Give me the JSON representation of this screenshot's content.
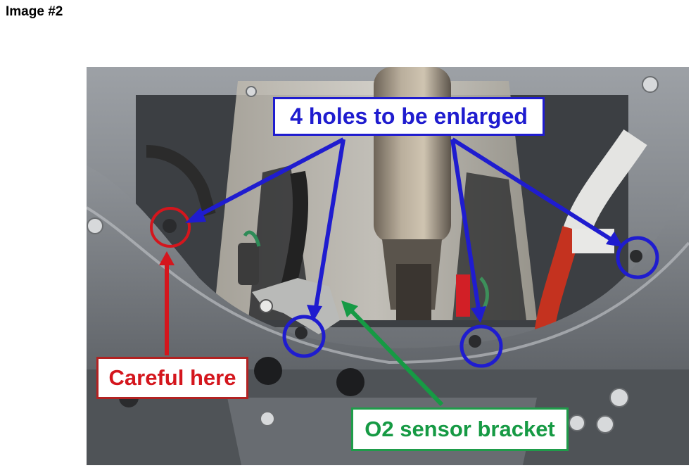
{
  "heading": "Image #2",
  "callouts": {
    "holes": "4 holes to be enlarged",
    "careful": "Careful here",
    "bracket": "O2 sensor bracket"
  },
  "colors": {
    "holes_annotation": "#1f1ccf",
    "careful_annotation": "#d4161d",
    "bracket_annotation": "#169a44"
  }
}
